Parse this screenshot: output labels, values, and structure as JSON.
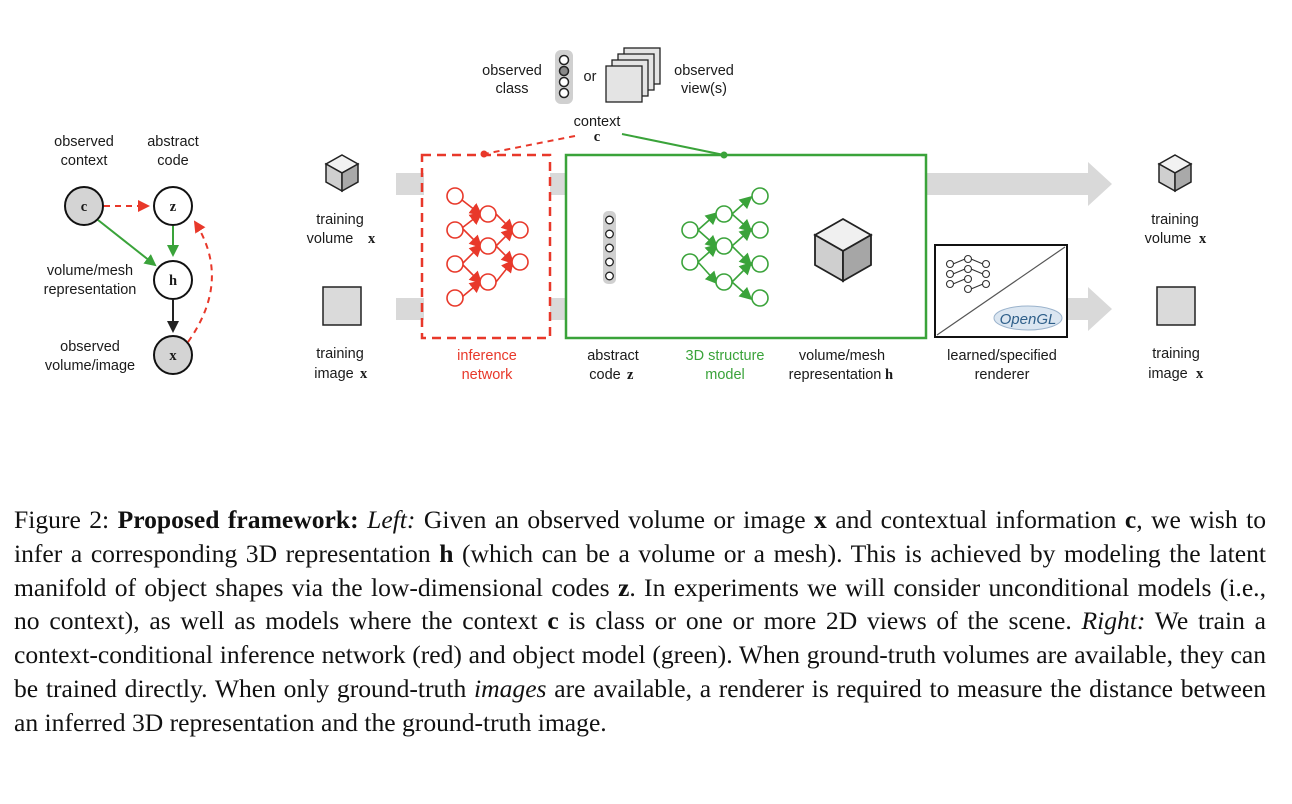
{
  "figure": {
    "left": {
      "observed_context": [
        "observed",
        "context"
      ],
      "abstract_code": [
        "abstract",
        "code"
      ],
      "volume_mesh": [
        "volume/mesh",
        "representation"
      ],
      "observed_volume_image": [
        "observed",
        "volume/image"
      ],
      "node_c": "c",
      "node_z": "z",
      "node_h": "h",
      "node_x": "x"
    },
    "right": {
      "observed_class": [
        "observed",
        "class"
      ],
      "or": "or",
      "observed_views": [
        "observed",
        "view(s)"
      ],
      "context": "context",
      "context_sym": "c",
      "training_volume_in": [
        "training",
        "volume"
      ],
      "training_image_in": [
        "training",
        "image"
      ],
      "inference_network": [
        "inference",
        "network"
      ],
      "abstract_code": [
        "abstract",
        "code"
      ],
      "structure_model": [
        "3D structure",
        "model"
      ],
      "volume_mesh": [
        "volume/mesh",
        "representation"
      ],
      "renderer": [
        "learned/specified",
        "renderer"
      ],
      "training_volume_out": [
        "training",
        "volume"
      ],
      "training_image_out": [
        "training",
        "image"
      ],
      "opengl": "OpenGL",
      "sym_x": "x",
      "sym_z": "z",
      "sym_h": "h"
    },
    "colors": {
      "red": "#e8382a",
      "green": "#3aa33a",
      "gray": "#d7d7d7"
    }
  },
  "caption": {
    "label": "Figure 2:",
    "bold": "Proposed framework:",
    "left_italic": "Left:",
    "text1": " Given an observed volume or image ",
    "x1": "x",
    "text2": " and contextual information ",
    "c1": "c",
    "text3": ", we wish to infer a corresponding 3D representation ",
    "h1": "h",
    "text4": " (which can be a volume or a mesh). This is achieved by modeling the latent manifold of object shapes via the low-dimensional codes ",
    "z1": "z",
    "text5": ". In experiments we will consider unconditional models (i.e., no context), as well as models where the context ",
    "c2": "c",
    "text6": " is class or one or more 2D views of the scene. ",
    "right_italic": "Right:",
    "text7": " We train a context-conditional inference network (red) and object model (green). When ground-truth volumes are available, they can be trained directly. When only ground-truth ",
    "images_italic": "images",
    "text8": " are available, a renderer is required to measure the distance between an inferred 3D representation and the ground-truth image."
  }
}
